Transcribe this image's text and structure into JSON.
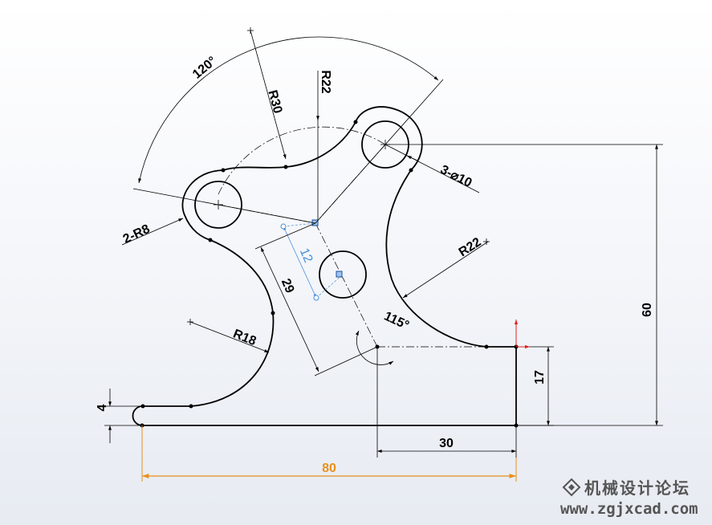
{
  "dimensions": {
    "angle_top": "120°",
    "r30": "R30",
    "r22_top": "R22",
    "holes": "3-⌀10",
    "r8": "2-R8",
    "r22_right": "R22",
    "d12": "12",
    "d29": "29",
    "angle_115": "115°",
    "r18": "R18",
    "d60": "60",
    "d17": "17",
    "d4": "4",
    "d30": "30",
    "d80": "80"
  },
  "watermark": {
    "cn": "机械设计论坛",
    "url": "www.zgjxcad.com"
  },
  "colors": {
    "geometry": "#000000",
    "sketch_dim": "#4a90d9",
    "selected_dim": "#e8901c",
    "axis_red": "#e02020"
  }
}
